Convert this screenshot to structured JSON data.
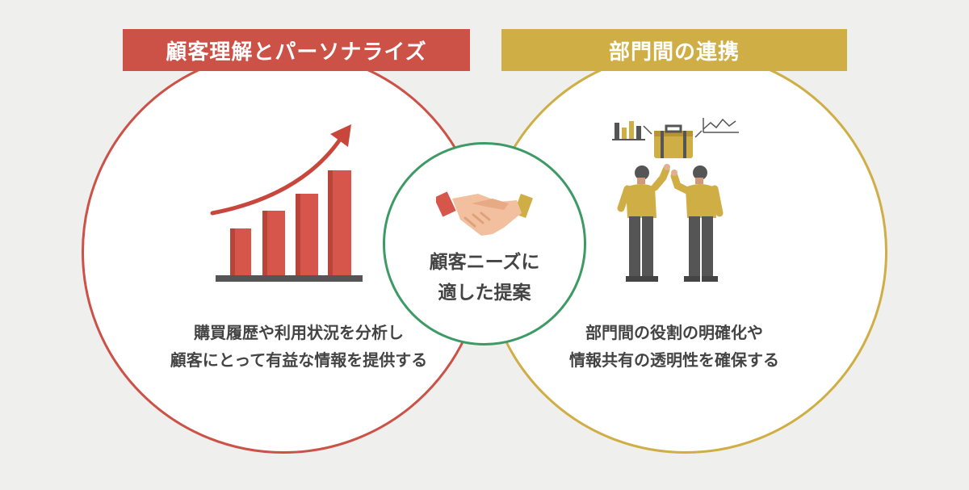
{
  "left_panel": {
    "title": "顧客理解とパーソナライズ",
    "line1": "購買履歴や利用状況を分析し",
    "line2": "顧客にとって有益な情報を提供する",
    "color": "#cc5147"
  },
  "right_panel": {
    "title": "部門間の連携",
    "line1": "部門間の役割の明確化や",
    "line2": "情報共有の透明性を確保する",
    "color": "#cfae45"
  },
  "center": {
    "line1": "顧客ニーズに",
    "line2": "適した提案",
    "color": "#3d9a64"
  },
  "icons": {
    "left": "growth-bar-chart-icon",
    "center": "handshake-icon",
    "right": "team-discussion-icon"
  }
}
